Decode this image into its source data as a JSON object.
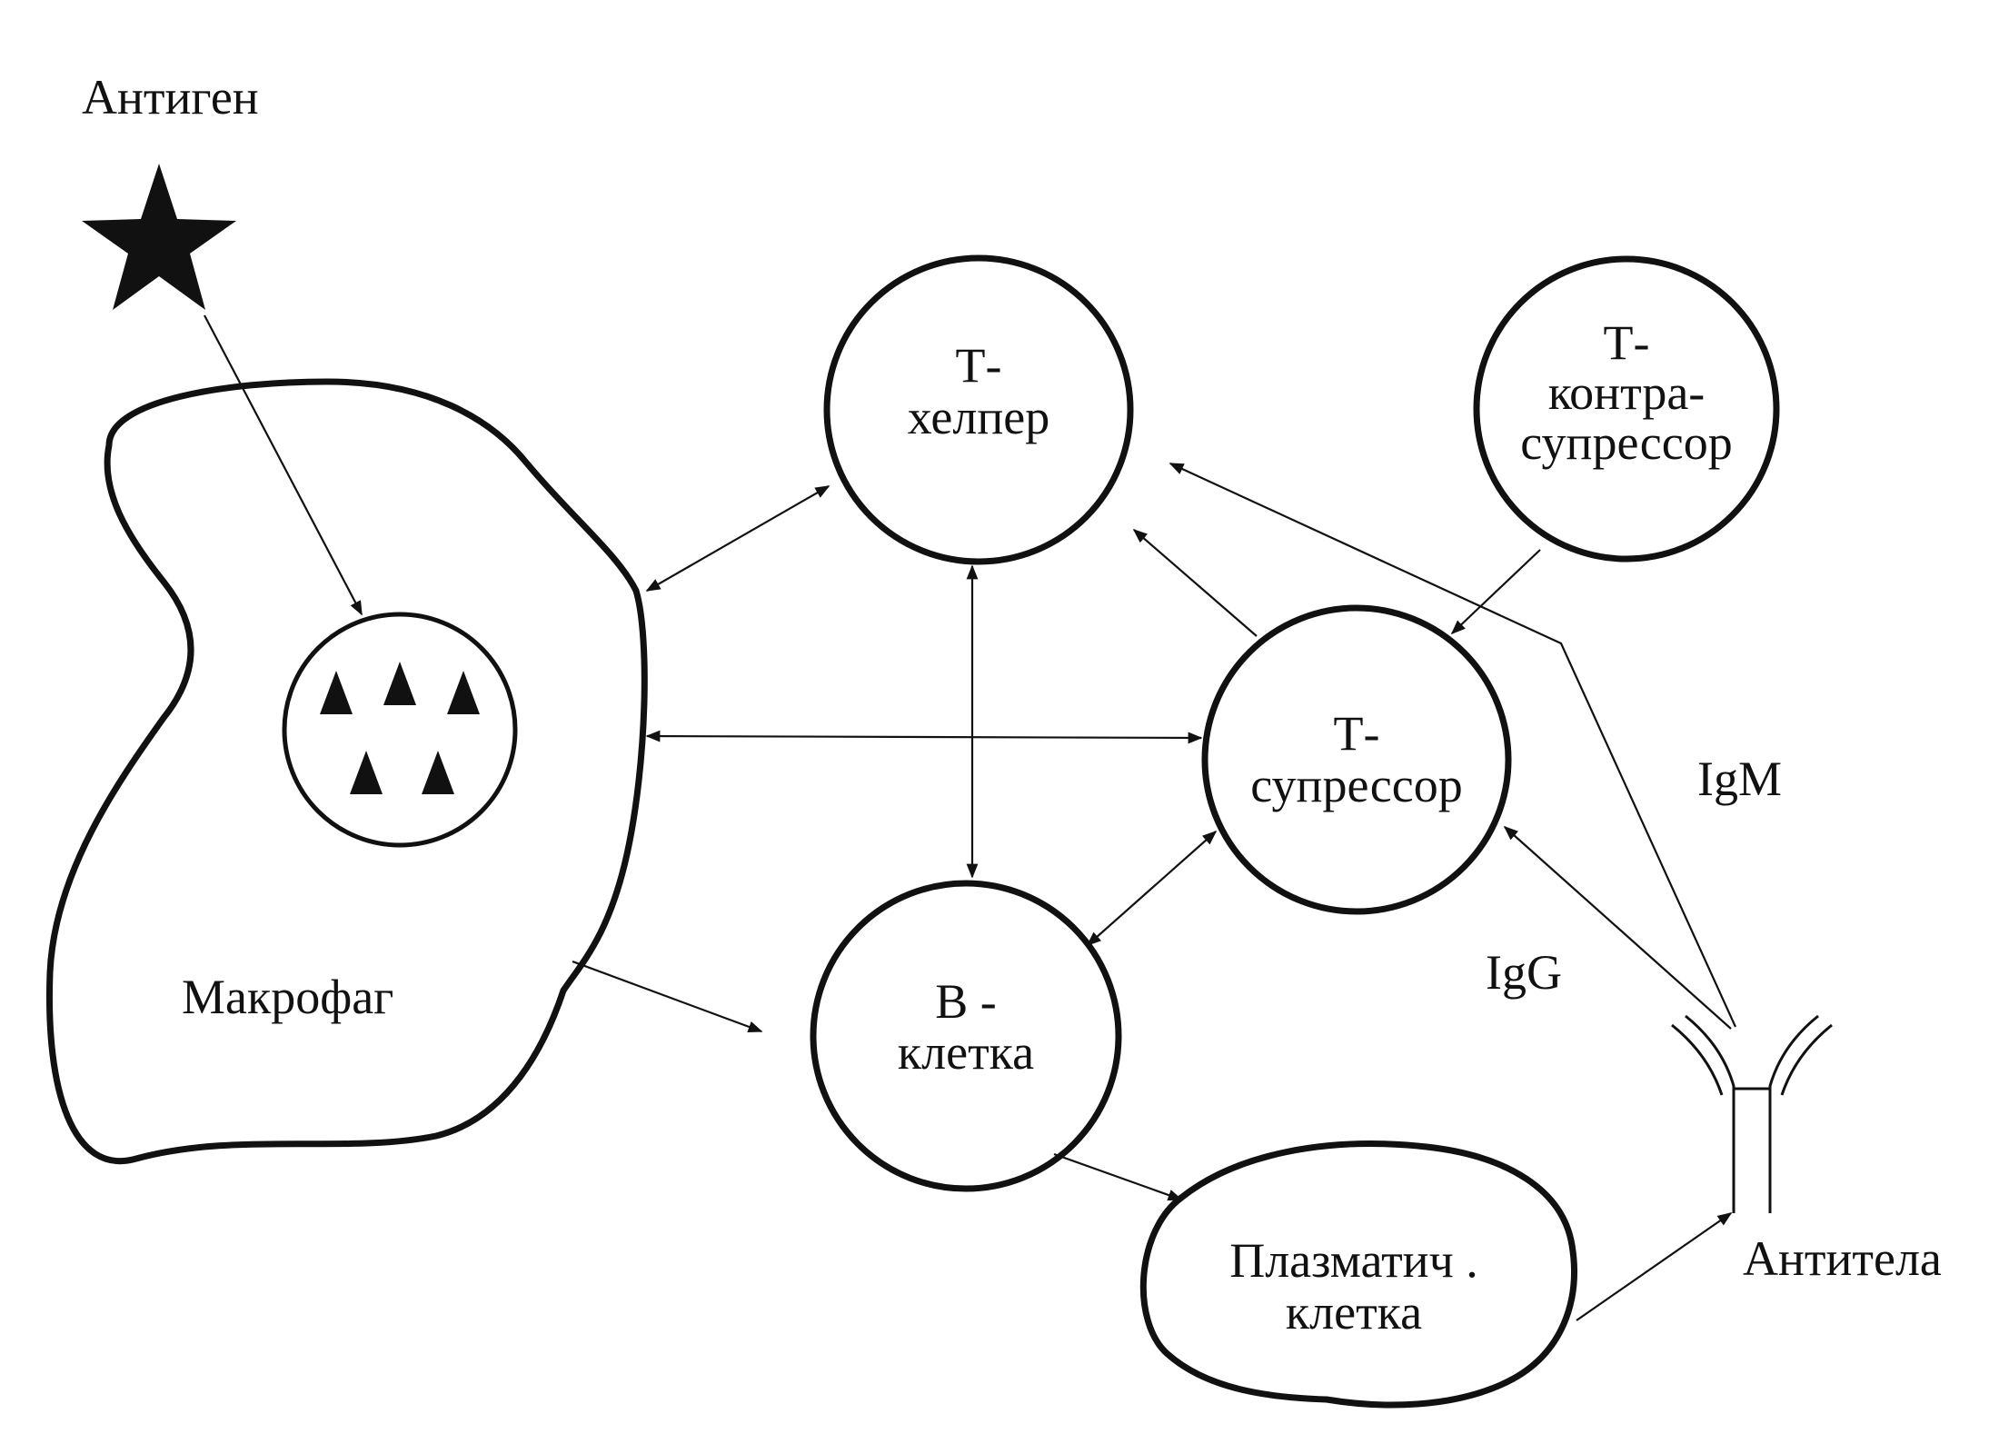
{
  "labels": {
    "antigen": "Антиген",
    "macrophage": "Макрофаг",
    "t_helper": [
      "Т-",
      "хелпер"
    ],
    "t_contrasuppressor": [
      "Т-",
      "контра-",
      "супрессор"
    ],
    "t_suppressor": [
      "Т-",
      "супрессор"
    ],
    "b_cell": [
      "В -",
      "клетка"
    ],
    "plasma_cell": [
      "Плазматич .",
      "клетка"
    ],
    "antibodies": "Антитела",
    "igm": "IgM",
    "igg": "IgG"
  }
}
